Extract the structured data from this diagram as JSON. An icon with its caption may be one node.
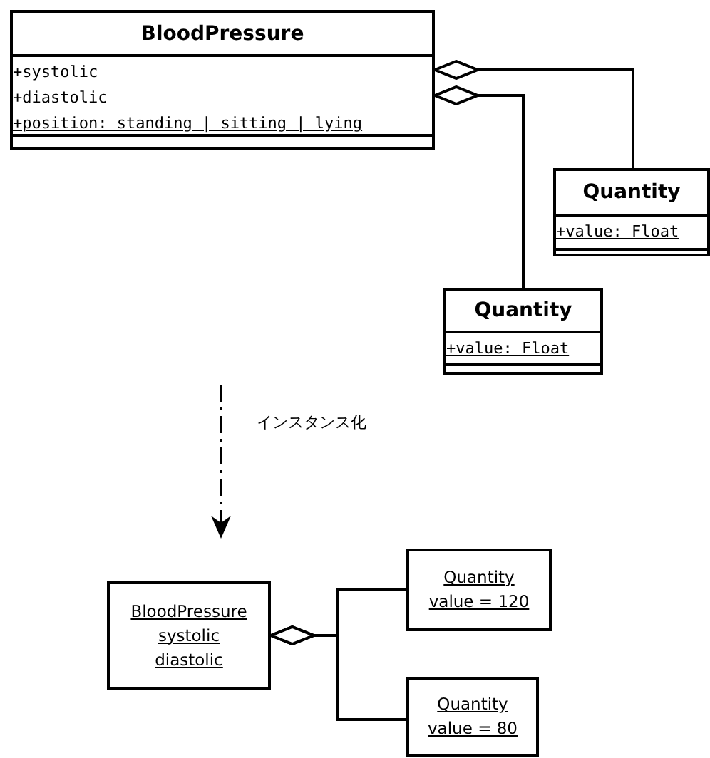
{
  "diagram": {
    "nodes": [
      {
        "text": [
          "BloodPressure",
          "+systolic",
          "+diastolic",
          "+position: standing | sitting | lying"
        ]
      },
      {
        "text": [
          "Quantity",
          "+value: Float"
        ]
      },
      {
        "text": [
          "Quantity",
          "+value: Float"
        ]
      },
      {
        "text": [
          "BloodPressure",
          "systolic",
          "diastolic"
        ]
      },
      {
        "text": [
          "Quantity",
          "value = 120"
        ]
      },
      {
        "text": [
          "Quantity",
          "value = 80"
        ]
      }
    ],
    "edges": [
      {
        "from": 0,
        "to": 1,
        "arrow": "other"
      },
      {
        "from": 0,
        "to": 2,
        "arrow": "other"
      },
      {
        "from": 3,
        "to": 4,
        "arrow": "other"
      },
      {
        "from": 3,
        "to": 5,
        "arrow": "other"
      }
    ],
    "labels": [
      "インスタンス化"
    ]
  }
}
